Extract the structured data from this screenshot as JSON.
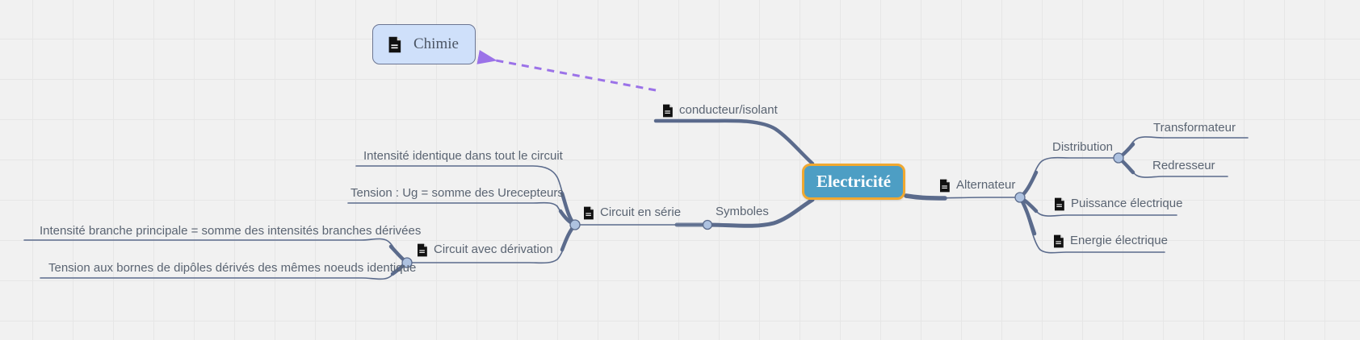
{
  "app": {
    "type": "mindmap",
    "background_color": "#f1f1f1",
    "grid_color": "#e6e6e6"
  },
  "root": {
    "label": "Electricité",
    "fill_color": "#4d9ec4",
    "border_color": "#f0a830",
    "text_color": "#ffffff"
  },
  "floating_node": {
    "label": "Chimie",
    "icon": "document-icon",
    "fill_color": "#cfe0fa",
    "border_color": "#6b7592",
    "text_color": "#4c5665"
  },
  "connector": {
    "type": "dashed-arrow",
    "color": "#9b72e8",
    "from_label": "conducteur/isolant",
    "to_label": "Chimie"
  },
  "branches": {
    "top": [
      {
        "label": "conducteur/isolant",
        "icon": "document-icon"
      }
    ],
    "right": [
      {
        "label": "Alternateur",
        "icon": "document-icon"
      },
      {
        "label": "Distribution",
        "icon": "none"
      },
      {
        "label": "Transformateur",
        "icon": "none"
      },
      {
        "label": "Redresseur",
        "icon": "none"
      },
      {
        "label": "Puissance électrique",
        "icon": "document-icon"
      },
      {
        "label": "Energie électrique",
        "icon": "document-icon"
      }
    ],
    "left": [
      {
        "label": "Symboles",
        "icon": "none"
      },
      {
        "label": "Circuit en série",
        "icon": "document-icon"
      },
      {
        "label": "Intensité identique dans tout le circuit",
        "icon": "none"
      },
      {
        "label": "Tension : Ug = somme des Urecepteurs",
        "icon": "none"
      },
      {
        "label": "Circuit avec dérivation",
        "icon": "document-icon"
      },
      {
        "label": "Intensité branche principale = somme des intensités branches dérivées",
        "icon": "none"
      },
      {
        "label": "Tension aux bornes de dipôles dérivés des mêmes noeuds identique",
        "icon": "none"
      }
    ]
  },
  "edge_style": {
    "line_color": "#5b6b8c",
    "junction_fill": "#aec2e0",
    "junction_stroke": "#5b6b8c"
  }
}
